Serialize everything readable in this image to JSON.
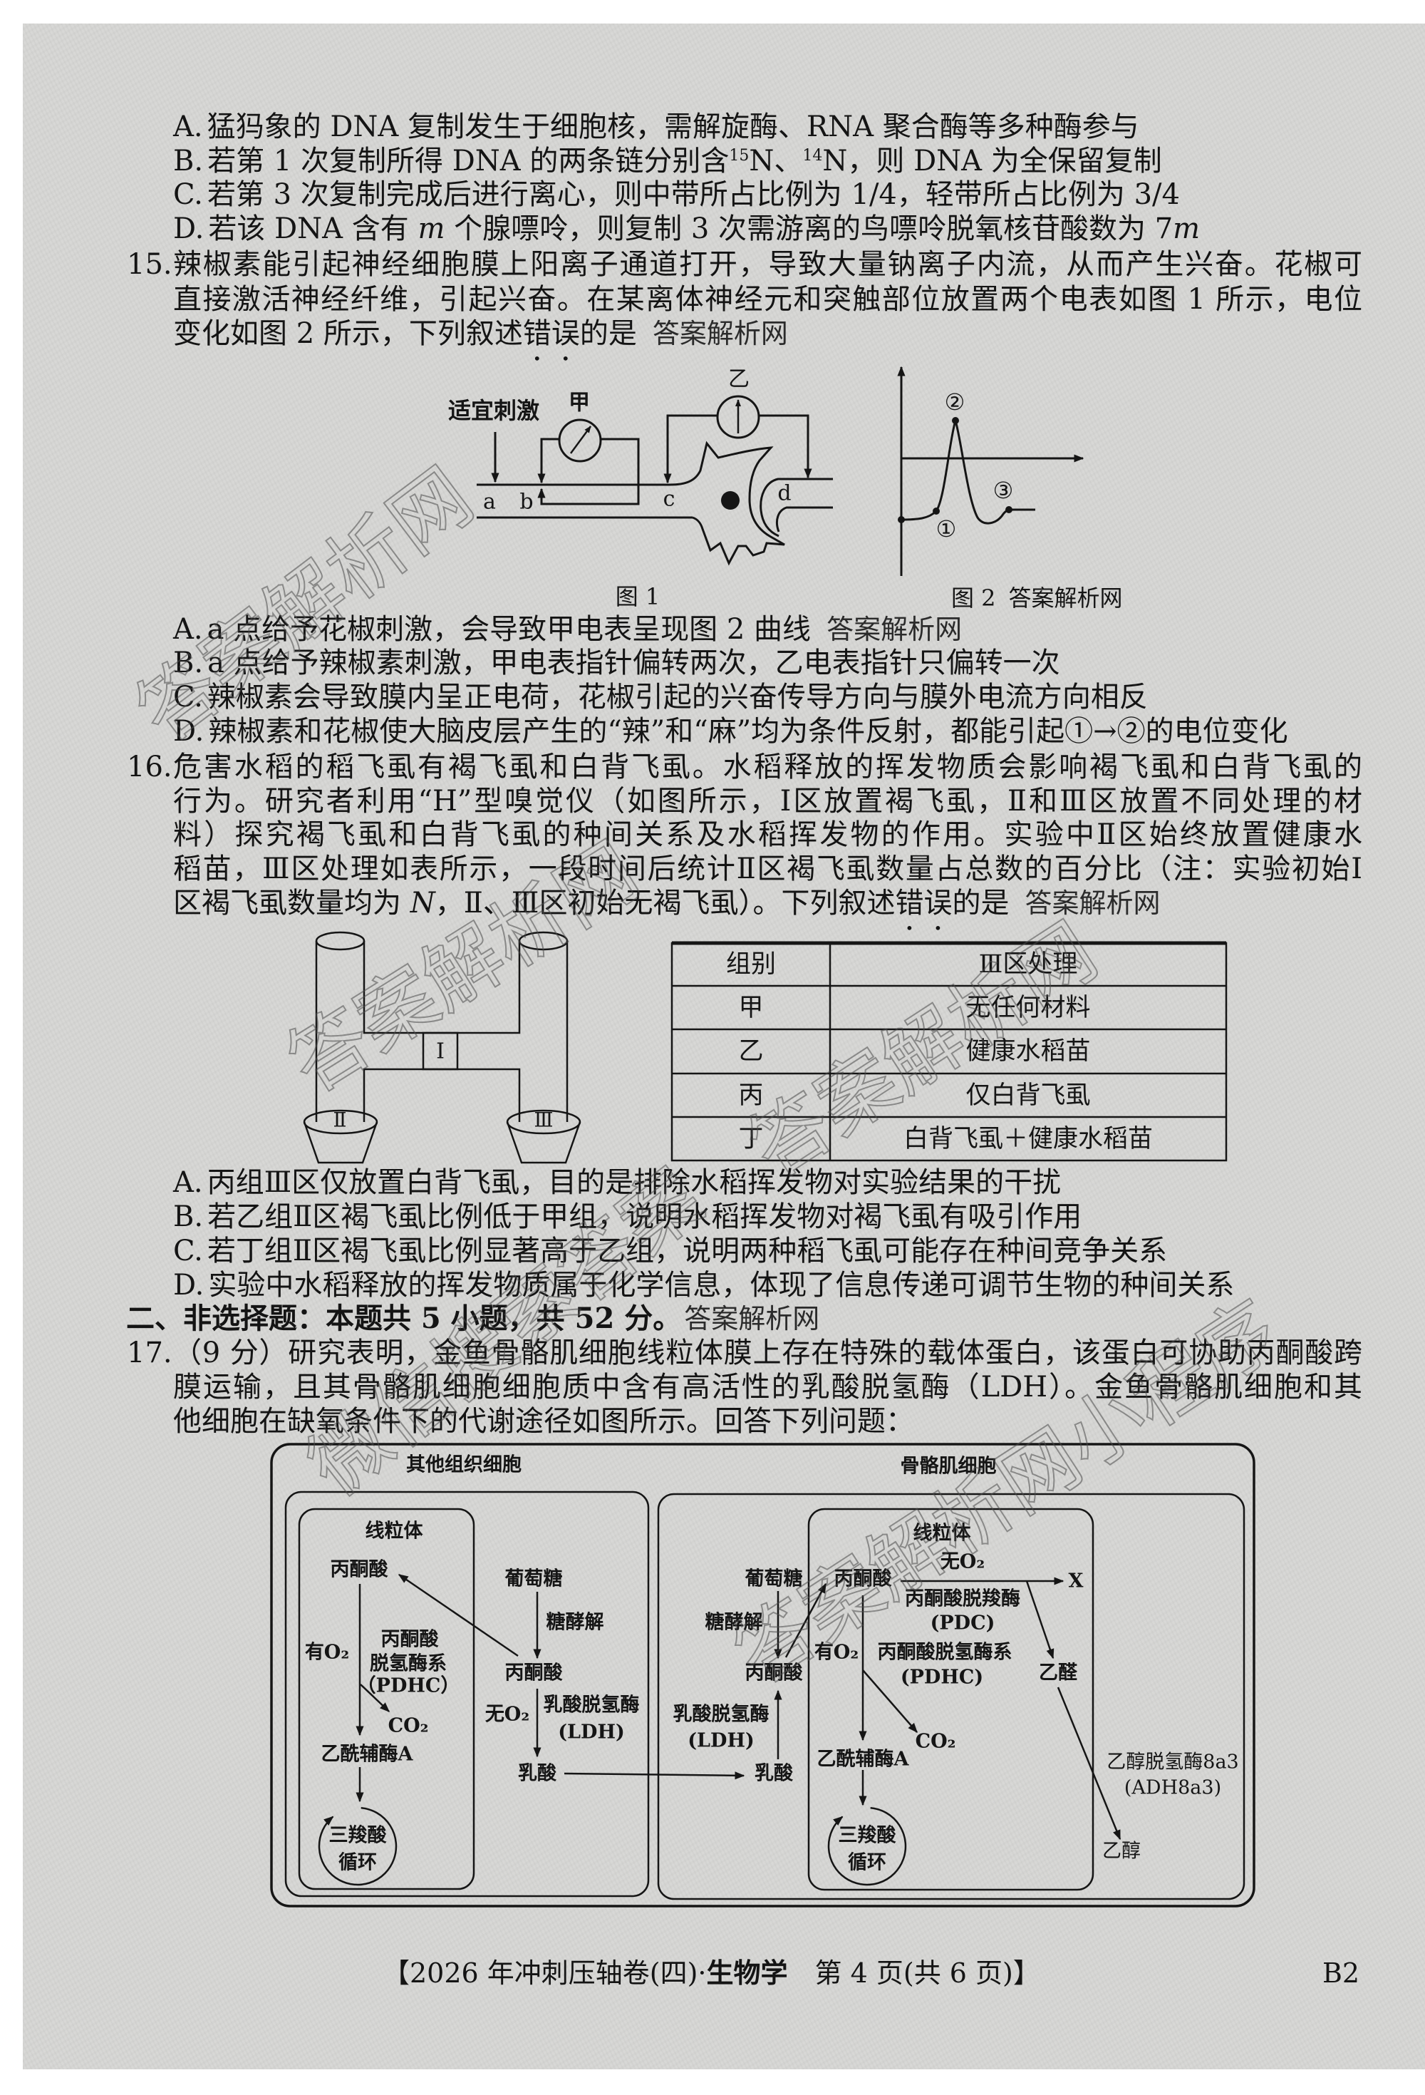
{
  "q14": {
    "options": [
      {
        "label": "A.",
        "text": "猛犸象的 DNA 复制发生于细胞核，需解旋酶、RNA 聚合酶等多种酶参与"
      },
      {
        "label": "B.",
        "pre": "若第 1 次复制所得 DNA 的两条链分别含",
        "sup1": "15",
        "mid": "N、",
        "sup2": "14",
        "post": "N，则 DNA 为全保留复制"
      },
      {
        "label": "C.",
        "text": "若第 3 次复制完成后进行离心，则中带所占比例为 1/4，轻带所占比例为 3/4"
      },
      {
        "label": "D.",
        "pre": "若该 DNA 含有 ",
        "var1": "m",
        "mid": " 个腺嘌呤，则复制 3 次需游离的鸟嘌呤脱氧核苷酸数为 7",
        "var2": "m"
      }
    ]
  },
  "q15": {
    "number": "15.",
    "stem_lines": [
      "辣椒素能引起神经细胞膜上阳离子通道打开，导致大量钠离子内流，从而产生兴奋。花椒可",
      "直接激活神经纤维，引起兴奋。在某离体神经元和突触部位放置两个电表如图 1 所示，电位"
    ],
    "stem_last": {
      "pre": "变化如图 2 所示，下列叙述",
      "emph": "错误",
      "post": "的是",
      "watermark": "答案解析网"
    },
    "figure1": {
      "stimulus": "适宜刺激",
      "meter_a": "甲",
      "meter_b": "乙",
      "points": [
        "a",
        "b",
        "c",
        "d"
      ],
      "caption": "图 1"
    },
    "figure2": {
      "markers": [
        "①",
        "②",
        "③"
      ],
      "caption": "图 2",
      "watermark": "答案解析网"
    },
    "options": [
      {
        "label": "A.",
        "text": "a 点给予花椒刺激，会导致甲电表呈现图 2 曲线",
        "watermark": "答案解析网"
      },
      {
        "label": "B.",
        "text": "a 点给予辣椒素刺激，甲电表指针偏转两次，乙电表指针只偏转一次"
      },
      {
        "label": "C.",
        "text": "辣椒素会导致膜内呈正电荷，花椒引起的兴奋传导方向与膜外电流方向相反"
      },
      {
        "label": "D.",
        "text": "辣椒素和花椒使大脑皮层产生的“辣”和“麻”均为条件反射，都能引起①→②的电位变化"
      }
    ]
  },
  "q16": {
    "number": "16.",
    "stem_lines": [
      "危害水稻的稻飞虱有褐飞虱和白背飞虱。水稻释放的挥发物质会影响褐飞虱和白背飞虱的",
      "行为。研究者利用“H”型嗅觉仪（如图所示，Ⅰ区放置褐飞虱，Ⅱ和Ⅲ区放置不同处理的材",
      "料）探究褐飞虱和白背飞虱的种间关系及水稻挥发物的作用。实验中Ⅱ区始终放置健康水",
      "稻苗，Ⅲ区处理如表所示，一段时间后统计Ⅱ区褐飞虱数量占总数的百分比（注：实验初始Ⅰ"
    ],
    "stem_last": {
      "pre": "区褐飞虱数量均为 ",
      "var": "N",
      "mid": "，Ⅱ、Ⅲ区初始无褐飞虱）。下列叙述",
      "emph": "错误",
      "post": "的是",
      "watermark": "答案解析网"
    },
    "apparatus": {
      "zone_1": "Ⅰ",
      "zone_2": "Ⅱ",
      "zone_3": "Ⅲ"
    },
    "table": {
      "headers": [
        "组别",
        "Ⅲ区处理"
      ],
      "rows": [
        [
          "甲",
          "无任何材料"
        ],
        [
          "乙",
          "健康水稻苗"
        ],
        [
          "丙",
          "仅白背飞虱"
        ],
        [
          "丁",
          "白背飞虱＋健康水稻苗"
        ]
      ]
    },
    "options": [
      {
        "label": "A.",
        "text": "丙组Ⅲ区仅放置白背飞虱，目的是排除水稻挥发物对实验结果的干扰"
      },
      {
        "label": "B.",
        "text": "若乙组Ⅱ区褐飞虱比例低于甲组，说明水稻挥发物对褐飞虱有吸引作用"
      },
      {
        "label": "C.",
        "text": "若丁组Ⅱ区褐飞虱比例显著高于乙组，说明两种稻飞虱可能存在种间竞争关系"
      },
      {
        "label": "D.",
        "text": "实验中水稻释放的挥发物质属于化学信息，体现了信息传递可调节生物的种间关系"
      }
    ]
  },
  "section2": {
    "title": "二、非选择题：本题共 5 小题，共 52 分。",
    "watermark": "答案解析网"
  },
  "q17": {
    "number": "17.",
    "stem_lines": [
      "（9 分）研究表明，金鱼骨骼肌细胞线粒体膜上存在特殊的载体蛋白，该蛋白可协助丙酮酸跨",
      "膜运输，且其骨骼肌细胞细胞质中含有高活性的乳酸脱氢酶（LDH）。金鱼骨骼肌细胞和其",
      "他细胞在缺氧条件下的代谢途径如图所示。回答下列问题："
    ],
    "diagram": {
      "left_cell": {
        "title": "其他组织细胞",
        "mito_title": "线粒体",
        "mito_pyruvate": "丙酮酸",
        "with_o2": "有O₂",
        "pdhc_1": "丙酮酸",
        "pdhc_2": "脱氢酶系",
        "pdhc_3": "（PDHC）",
        "co2": "CO₂",
        "acetyl_coa": "乙酰辅酶A",
        "tca_1": "三羧酸",
        "tca_2": "循环",
        "glucose": "葡萄糖",
        "glycolysis": "糖酵解",
        "cyto_pyruvate": "丙酮酸",
        "without_o2": "无O₂",
        "ldh_1": "乳酸脱氢酶",
        "ldh_2": "(LDH)",
        "lactate": "乳酸"
      },
      "right_cell": {
        "title": "骨骼肌细胞",
        "mito_title": "线粒体",
        "without_o2": "无O₂",
        "glucose": "葡萄糖",
        "mito_pyruvate": "丙酮酸",
        "x": "X",
        "pdc_1": "丙酮酸脱羧酶",
        "pdc_2": "(PDC)",
        "glycolysis": "糖酵解",
        "acetaldehyde": "乙醛",
        "with_o2": "有O₂",
        "pdhc_1": "丙酮酸脱氢酶系",
        "pdhc_2": "(PDHC)",
        "cyto_pyruvate": "丙酮酸",
        "ldh_1": "乳酸脱氢酶",
        "ldh_2": "(LDH)",
        "lactate": "乳酸",
        "co2": "CO₂",
        "acetyl_coa": "乙酰辅酶A",
        "tca_1": "三羧酸",
        "tca_2": "循环",
        "adh_1": "乙醇脱氢酶8a3",
        "adh_2": "(ADH8a3)",
        "ethanol": "乙醇"
      }
    }
  },
  "footer": {
    "pre": "【2026 年冲刺压轴卷(四)·",
    "subject": "生物学",
    "post": "　第 4 页(共 6 页)】",
    "code": "B2"
  },
  "watermarks": [
    "答案解析网",
    "答案解析网",
    "答案解析网",
    "微信搜索答案",
    "答案解析网小程序"
  ],
  "colors": {
    "paper": "#d6d6d4",
    "ink": "#141414",
    "watermark": "#4b4b4b"
  }
}
